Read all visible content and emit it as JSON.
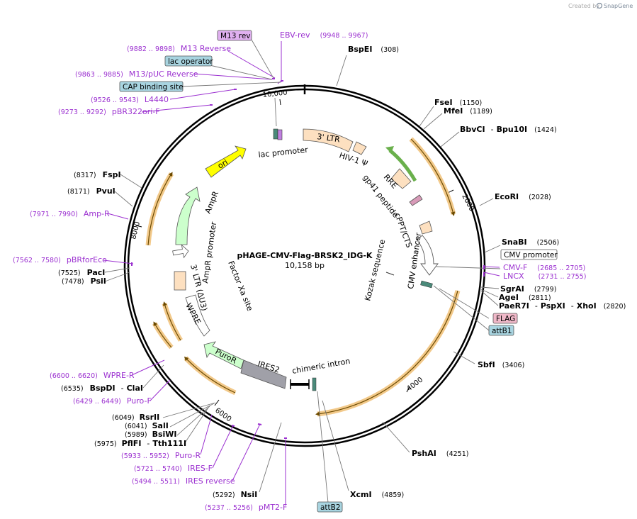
{
  "credit": {
    "prefix": "Created by",
    "brand": "SnapGene"
  },
  "plasmid": {
    "name": "pHAGE-CMV-Flag-BRSK2_IDG-K",
    "size": "10,158 bp"
  },
  "ticks": {
    "t2000": "2000",
    "t4000": "4000",
    "t6000": "6000",
    "t8000": "8000",
    "t10000": "10,000"
  },
  "enzymes": {
    "bspei": {
      "name": "BspEI",
      "pos": "(308)"
    },
    "fsei": {
      "name": "FseI",
      "pos": "(1150)"
    },
    "mfei": {
      "name": "MfeI",
      "pos": "(1189)"
    },
    "bbvci": {
      "name": "BbvCI",
      "sep": "-",
      "name2": "Bpu10I",
      "pos": "(1424)"
    },
    "ecori": {
      "name": "EcoRI",
      "pos": "(2028)"
    },
    "snabi": {
      "name": "SnaBI",
      "pos": "(2506)"
    },
    "sgrai": {
      "name": "SgrAI",
      "pos": "(2799)"
    },
    "agei": {
      "name": "AgeI",
      "pos": "(2811)"
    },
    "paer7i": {
      "name": "PaeR7I",
      "sep": "-",
      "name2": "PspXI",
      "sep2": "-",
      "name3": "XhoI",
      "pos": "(2820)"
    },
    "sbfi": {
      "name": "SbfI",
      "pos": "(3406)"
    },
    "pshai": {
      "name": "PshAI",
      "pos": "(4251)"
    },
    "xcmi": {
      "name": "XcmI",
      "pos": "(4859)"
    },
    "nsii": {
      "name": "NsiI",
      "pos": "(5292)"
    },
    "rsrii": {
      "name": "RsrII",
      "pos": "(6049)"
    },
    "sali": {
      "name": "SalI",
      "pos": "(6041)"
    },
    "bsiwi": {
      "name": "BsiWI",
      "pos": "(5989)"
    },
    "pflfi": {
      "name": "PflFI",
      "sep": "-",
      "name2": "Tth111I",
      "pos": "(5975)"
    },
    "bspdi": {
      "name": "BspDI",
      "sep": "-",
      "name2": "ClaI",
      "pos": "(6535)"
    },
    "paci": {
      "name": "PacI",
      "pos": "(7525)"
    },
    "psii": {
      "name": "PsiI",
      "pos": "(7478)"
    },
    "pvui": {
      "name": "PvuI",
      "pos": "(8171)"
    },
    "fspi": {
      "name": "FspI",
      "pos": "(8317)"
    }
  },
  "primers": {
    "ebvrev": {
      "name": "EBV-rev",
      "pos": "(9948 .. 9967)"
    },
    "m13reverse": {
      "name": "M13 Reverse",
      "pos": "(9882 .. 9898)"
    },
    "m13puc": {
      "name": "M13/pUC Reverse",
      "pos": "(9863 .. 9885)"
    },
    "l4440": {
      "name": "L4440",
      "pos": "(9526 .. 9543)"
    },
    "pbr322": {
      "name": "pBR322ori-F",
      "pos": "(9273 .. 9292)"
    },
    "ampr": {
      "name": "Amp-R",
      "pos": "(7971 .. 7990)"
    },
    "pbrforeco": {
      "name": "pBRforEco",
      "pos": "(7562 .. 7580)"
    },
    "wprer": {
      "name": "WPRE-R",
      "pos": "(6600 .. 6620)"
    },
    "purof": {
      "name": "Puro-F",
      "pos": "(6429 .. 6449)"
    },
    "puror": {
      "name": "Puro-R",
      "pos": "(5933 .. 5952)"
    },
    "iresf": {
      "name": "IRES-F",
      "pos": "(5721 .. 5740)"
    },
    "iresrev": {
      "name": "IRES reverse",
      "pos": "(5494 .. 5511)"
    },
    "pmt2f": {
      "name": "pMT2-F",
      "pos": "(5237 .. 5256)"
    },
    "cmvf": {
      "name": "CMV-F",
      "pos": "(2685 .. 2705)"
    },
    "lncx": {
      "name": "LNCX",
      "pos": "(2731 .. 2755)"
    }
  },
  "badges": {
    "m13rev": "M13 rev",
    "lacop": "lac operator",
    "cap": "CAP binding site",
    "cmvpromoter": "CMV promoter",
    "flag": "FLAG",
    "attb1": "attB1",
    "attb2": "attB2"
  },
  "features": {
    "lacpromoter": "lac promoter",
    "ltr3": "3' LTR",
    "hiv": "HIV-1 Ψ",
    "rre": "RRE",
    "gp41": "gp41 peptide",
    "cppt": "cPPT/CTS",
    "cmvenh": "CMV enhancer",
    "kozak": "Kozak sequence",
    "ori": "ori",
    "ampr": "AmpR",
    "amprpromoter": "AmpR promoter",
    "ltr3du3": "3' LTR (ΔU3)",
    "factorxa": "Factor Xa site",
    "wpre": "WPRE",
    "puror": "PuroR",
    "ires2": "IRES2",
    "chimeric": "chimeric intron"
  },
  "colors": {
    "primer": "#9b30d0",
    "orf": "#e8a33a",
    "ori": "#ffff00",
    "ampr": "#ccffcc",
    "ltr": "#fde0c0",
    "badge_blue": "#a8d4e0",
    "badge_purple": "#e0b0f0",
    "badge_pink": "#f0b8c8"
  }
}
